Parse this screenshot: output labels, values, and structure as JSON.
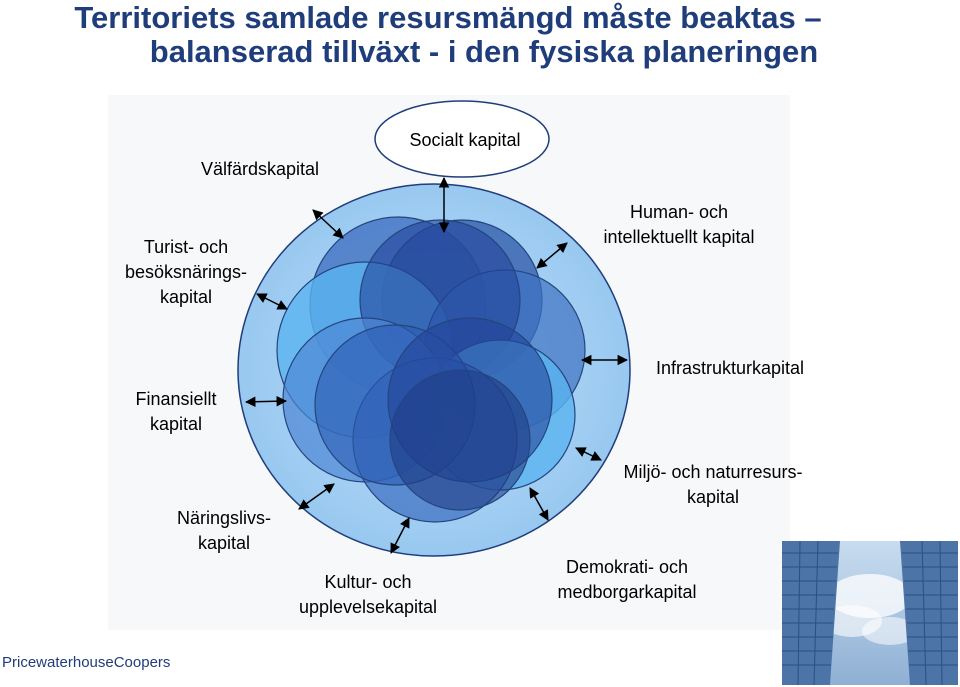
{
  "title": {
    "line1": "Territoriets samlade resursmängd måste beaktas –",
    "line2": "balanserad tillväxt - i den fysiska planeringen"
  },
  "diagram": {
    "center_label": "Socialt kapital",
    "labels": {
      "valfard": "Välfärdskapital",
      "turist": [
        "Turist- och",
        "besöksnärings-",
        "kapital"
      ],
      "finans": [
        "Finansiellt",
        "kapital"
      ],
      "naringsliv": [
        "Näringslivs-",
        "kapital"
      ],
      "kultur": [
        "Kultur- och",
        "upplevelsekapital"
      ],
      "demokrati": [
        "Demokrati- och",
        "medborgarkapital"
      ],
      "miljo": [
        "Miljö- och naturresurs-",
        "kapital"
      ],
      "infra": "Infrastrukturkapital",
      "human": [
        "Human- och",
        "intellektuellt kapital"
      ]
    },
    "colors": {
      "outer_circle": "#9fccf2",
      "outer_stroke": "#1f3d7a",
      "inner_light": "#5ab3f0",
      "inner_dark": "#2e58a8"
    }
  },
  "footer": "PricewaterhouseCoopers"
}
